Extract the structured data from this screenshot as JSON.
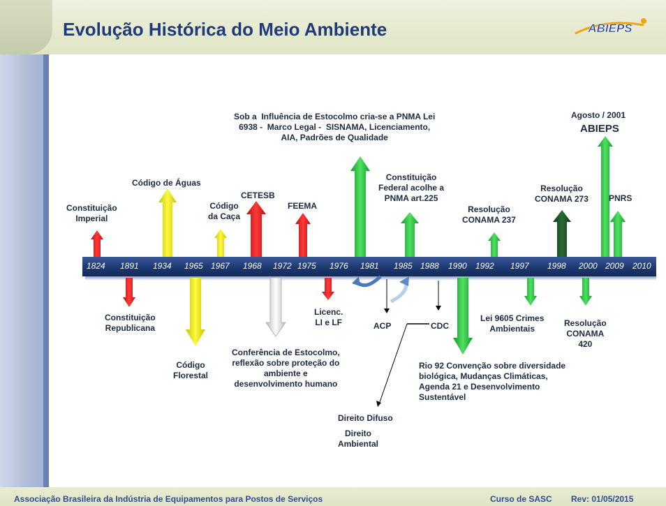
{
  "slide": {
    "title": "Evolução Histórica do Meio Ambiente",
    "logo_text": "ABIEPS",
    "colors": {
      "title": "#1f3a7a",
      "band": "#1e3870",
      "red": "#e82828",
      "yellow": "#f4ee18",
      "green": "#22c040",
      "white_arrow": "#dcdcdc"
    }
  },
  "timeline": {
    "years": [
      "1824",
      "1891",
      "1934",
      "1965",
      "1967",
      "1968",
      "1972",
      "1975",
      "1976",
      "1981",
      "1985",
      "1988",
      "1990",
      "1992",
      "1997",
      "1998",
      "2000",
      "2009",
      "2010"
    ]
  },
  "events": {
    "constituicao_imperial": "Constituição\nImperial",
    "codigo_aguas": "Código de Águas",
    "codigo_caca": "Código\nda Caça",
    "cetesb": "CETESB",
    "feema": "FEEMA",
    "pnma": "Sob a  Influência de Estocolmo cria-se a PNMA Lei\n6938 -  Marco Legal -  SISNAMA, Licenciamento,\nAIA, Padrões de Qualidade",
    "constituicao_federal": "Constituição\nFederal acolhe a\nPNMA art.225",
    "resolucao_237": "Resolução\nCONAMA 237",
    "resolucao_273": "Resolução\nCONAMA 273",
    "agosto_2001": "Agosto / 2001",
    "abieps": "ABIEPS",
    "pnrs": "PNRS",
    "constituicao_republicana": "Constituição\nRepublicana",
    "codigo_florestal": "Código\nFlorestal",
    "estocolmo": "Conferência de Estocolmo,\nreflexão sobre proteção do\nambiente e\ndesenvolvimento humano",
    "licenc": "Licenc.\nLI e LF",
    "acp": "ACP",
    "cdc": "CDC",
    "direito_difuso": "Direito Difuso",
    "direito_ambiental": "Direito\nAmbiental",
    "rio92": "Rio 92 Convenção sobre diversidade\nbiológica, Mudanças Climáticas,\nAgenda 21 e Desenvolvimento\nSustentável",
    "lei_9605": "Lei 9605 Crimes\nAmbientais",
    "resolucao_420": "Resolução\nCONAMA\n420"
  },
  "footer": {
    "association": "Associação Brasileira da Indústria de Equipamentos para Postos de Serviços",
    "course": "Curso de SASC",
    "rev": "Rev:  01/05/2015"
  }
}
